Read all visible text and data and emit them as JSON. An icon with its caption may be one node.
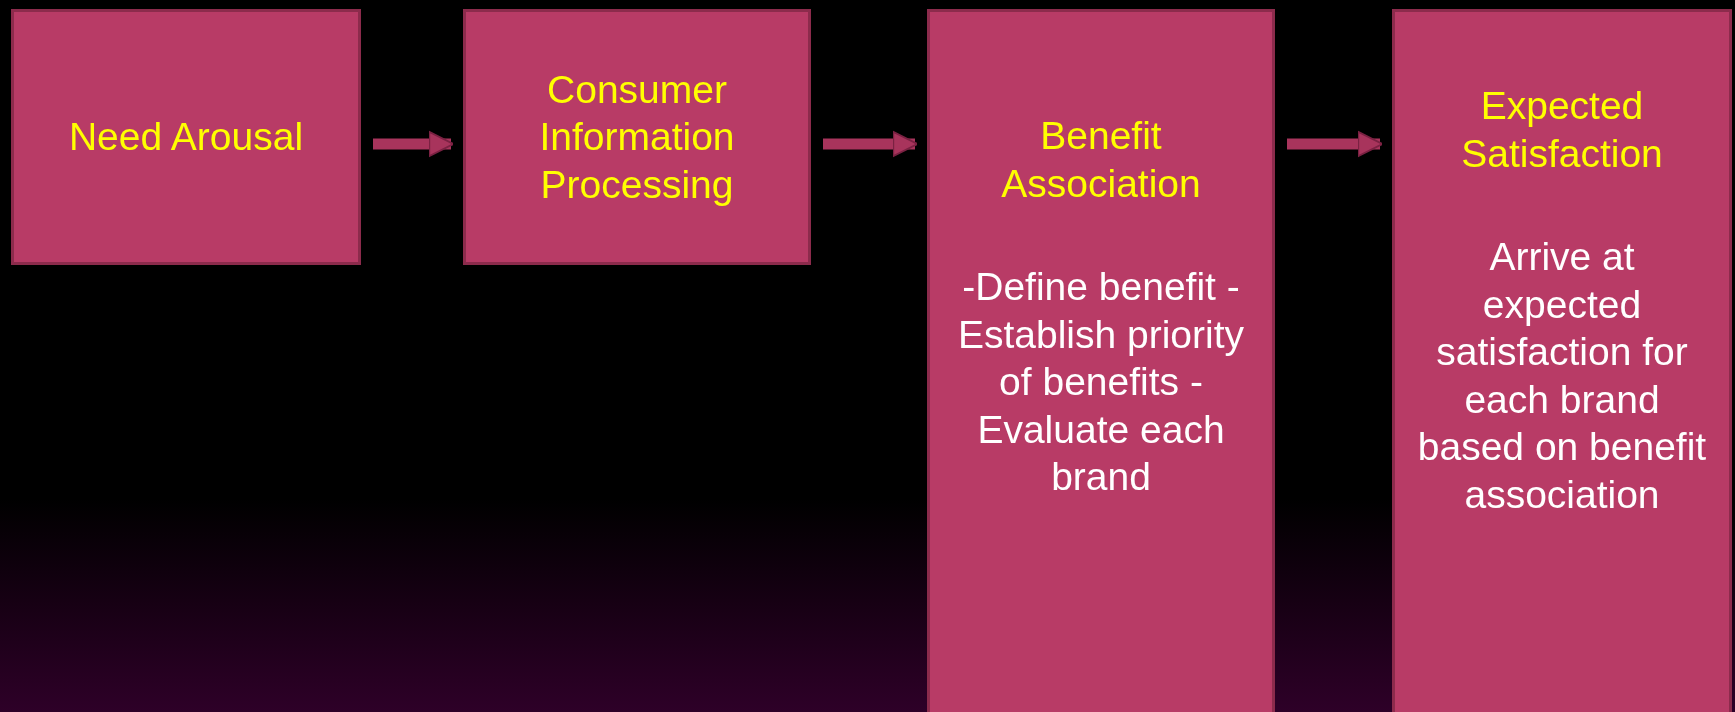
{
  "diagram": {
    "nodes": [
      {
        "text": [
          "Need Arousal"
        ]
      },
      {
        "text": [
          "Consumer Information Processing"
        ]
      },
      {
        "text": [
          "Benefit Association",
          "-Define benefit -Establish priority of benefits - Evaluate each brand"
        ]
      },
      {
        "text": [
          "Expected Satisfaction",
          "Arrive at expected satisfaction for each brand based on benefit association"
        ]
      }
    ],
    "edges": [
      {
        "from": 0,
        "to": 1,
        "arrow": "to"
      },
      {
        "from": 1,
        "to": 2,
        "arrow": "to"
      },
      {
        "from": 2,
        "to": 3,
        "arrow": "to"
      }
    ]
  }
}
